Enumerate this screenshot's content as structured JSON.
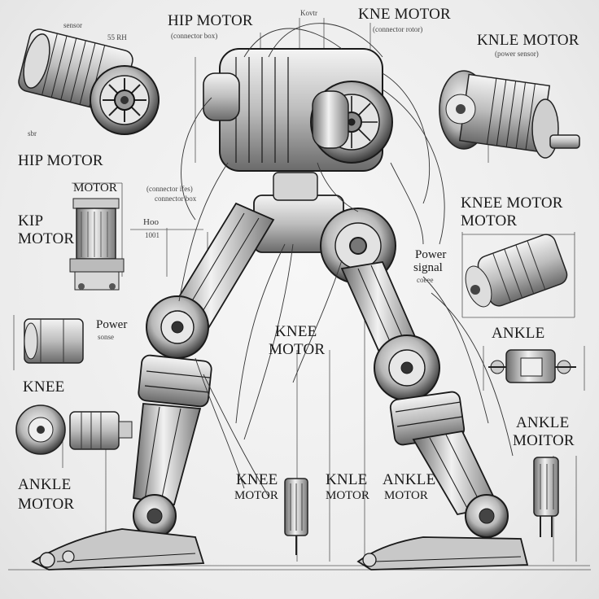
{
  "labels": {
    "top_hip_motor": "HIP MOTOR",
    "top_hip_sub": "(connector box)",
    "top_small_1": "sensor",
    "top_small_2": "55 RH",
    "top_kovtr": "Kovtr",
    "top_knee_motor": "KNE MOTOR",
    "top_knee_sub": "(connector rotor)",
    "ankle_top": "KNLE MOTOR",
    "ankle_top_sub": "(power sensor)",
    "hip_motor_left": "HIP MOTOR",
    "left_small_sbr": "sbr",
    "motor_top_left": "MOTOR",
    "connector_mid": "(connector ifes)",
    "connector_mid_2": "connector box",
    "kip": "KIP",
    "kip_motor": "MOTOR",
    "hoo": "Hoo",
    "hoo_sub": "1001",
    "knee_motor_right": "KNEE MOTOR",
    "knee_motor_right_2": "MOTOR",
    "power_right": "Power",
    "signal_right": "signal",
    "signal_sub": "coeee",
    "power_left": "Power",
    "power_left_sub": "sonse",
    "knee_center": "KNEE",
    "knee_center_2": "MOTOR",
    "ankle_right": "ANKLE",
    "knee_left": "KNEE",
    "ankle_motor_right": "ANKLE",
    "ankle_motor_right_2": "MOITOR",
    "ankle_left": "ANKLE",
    "ankle_left_2": "MOTOR",
    "bottom_knee_1": "KNEE",
    "bottom_knee_1b": "MOTOR",
    "bottom_knee_2": "KNLE",
    "bottom_knee_2b": "MOTOR",
    "bottom_ankle": "ANKLE",
    "bottom_ankle_b": "MOTOR"
  }
}
